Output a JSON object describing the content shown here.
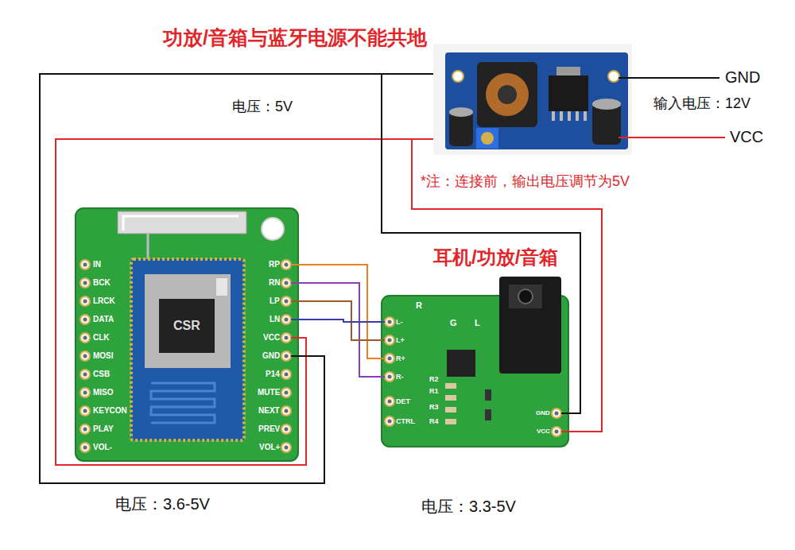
{
  "diagram": {
    "title": "功放/音箱与蓝牙电源不能共地",
    "nodes": [
      {
        "text": [
          "*注：连接前，输出电压调节为5V"
        ]
      },
      {
        "text": [
          "电压：3.6-5V"
        ]
      },
      {
        "text": [
          "耳机/功放/音箱",
          "电压：3.3-5V"
        ]
      }
    ],
    "edges": [
      {
        "from": 0,
        "to": 1,
        "arrow": "none"
      },
      {
        "from": 0,
        "to": 1,
        "arrow": "none"
      },
      {
        "from": 0,
        "to": 2,
        "arrow": "none"
      },
      {
        "from": 0,
        "to": 2,
        "arrow": "none"
      },
      {
        "from": 1,
        "to": 2,
        "arrow": "none"
      },
      {
        "from": 1,
        "to": 2,
        "arrow": "none"
      },
      {
        "from": 1,
        "to": 2,
        "arrow": "none"
      },
      {
        "from": 1,
        "to": 2,
        "arrow": "none"
      }
    ],
    "labels": [
      "电压：5V",
      "GND",
      "输入电压：12V",
      "VCC",
      "IN",
      "BCK",
      "LRCK",
      "DATA",
      "CLK",
      "MOSI",
      "CSB",
      "MISO",
      "KEYCON",
      "PLAY",
      "VOL-",
      "RP",
      "RN",
      "LP",
      "LN",
      "VCC",
      "GND",
      "P14",
      "MUTE",
      "NEXT",
      "PREV",
      "VOL+",
      "CSR",
      "R",
      "G",
      "L",
      "L-",
      "L+",
      "R+",
      "R-",
      "DET",
      "CTRL",
      "R1",
      "R2",
      "R3",
      "R4",
      "GND",
      "VCC"
    ]
  }
}
